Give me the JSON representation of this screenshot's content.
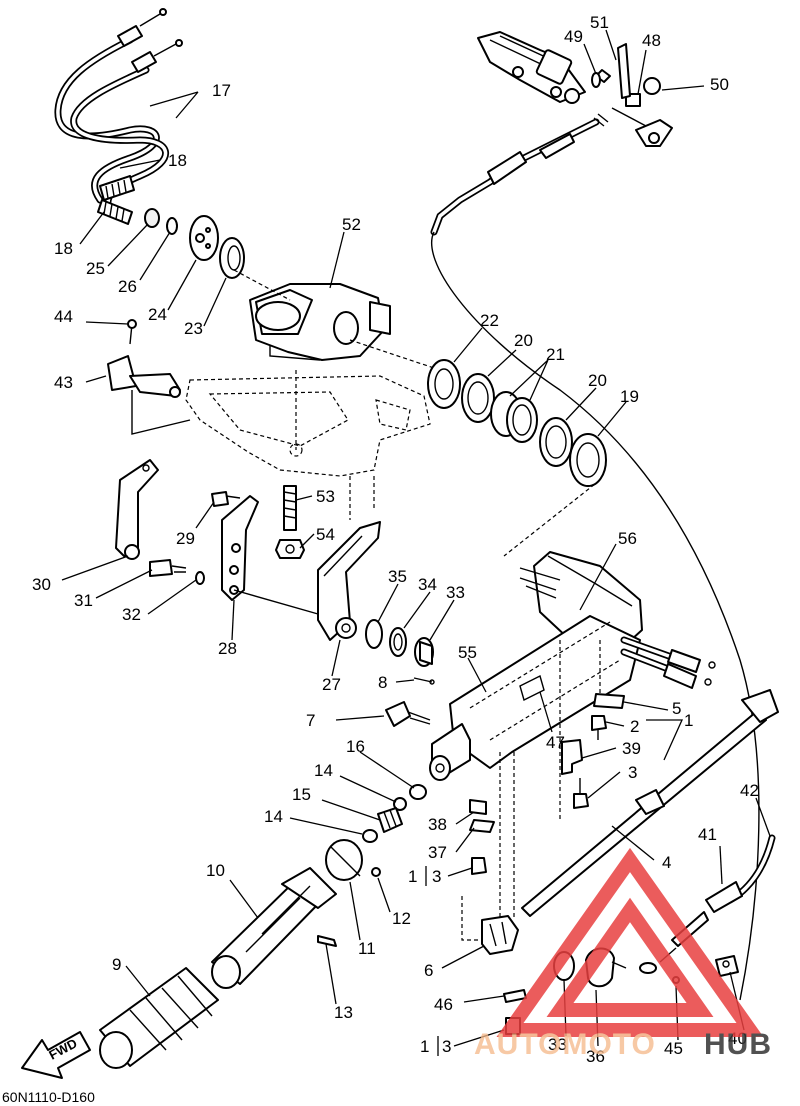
{
  "diagram": {
    "callouts": [
      {
        "id": "c51",
        "text": "51"
      },
      {
        "id": "c49",
        "text": "49"
      },
      {
        "id": "c48",
        "text": "48"
      },
      {
        "id": "c50",
        "text": "50"
      },
      {
        "id": "c17",
        "text": "17"
      },
      {
        "id": "c18a",
        "text": "18"
      },
      {
        "id": "c18b",
        "text": "18"
      },
      {
        "id": "c25",
        "text": "25"
      },
      {
        "id": "c26",
        "text": "26"
      },
      {
        "id": "c24",
        "text": "24"
      },
      {
        "id": "c23",
        "text": "23"
      },
      {
        "id": "c52",
        "text": "52"
      },
      {
        "id": "c44",
        "text": "44"
      },
      {
        "id": "c43",
        "text": "43"
      },
      {
        "id": "c22",
        "text": "22"
      },
      {
        "id": "c20a",
        "text": "20"
      },
      {
        "id": "c21",
        "text": "21"
      },
      {
        "id": "c20b",
        "text": "20"
      },
      {
        "id": "c19",
        "text": "19"
      },
      {
        "id": "c53",
        "text": "53"
      },
      {
        "id": "c29",
        "text": "29"
      },
      {
        "id": "c54",
        "text": "54"
      },
      {
        "id": "c56",
        "text": "56"
      },
      {
        "id": "c30",
        "text": "30"
      },
      {
        "id": "c31",
        "text": "31"
      },
      {
        "id": "c32",
        "text": "32"
      },
      {
        "id": "c35",
        "text": "35"
      },
      {
        "id": "c34",
        "text": "34"
      },
      {
        "id": "c33a",
        "text": "33"
      },
      {
        "id": "c28",
        "text": "28"
      },
      {
        "id": "c55",
        "text": "55"
      },
      {
        "id": "c27",
        "text": "27"
      },
      {
        "id": "c8",
        "text": "8"
      },
      {
        "id": "c5",
        "text": "5"
      },
      {
        "id": "c7",
        "text": "7"
      },
      {
        "id": "c2",
        "text": "2"
      },
      {
        "id": "c1a",
        "text": "1"
      },
      {
        "id": "c47",
        "text": "47"
      },
      {
        "id": "c39",
        "text": "39"
      },
      {
        "id": "c16",
        "text": "16"
      },
      {
        "id": "c14a",
        "text": "14"
      },
      {
        "id": "c3a",
        "text": "3"
      },
      {
        "id": "c42",
        "text": "42"
      },
      {
        "id": "c15",
        "text": "15"
      },
      {
        "id": "c14b",
        "text": "14"
      },
      {
        "id": "c38",
        "text": "38"
      },
      {
        "id": "c41",
        "text": "41"
      },
      {
        "id": "c37",
        "text": "37"
      },
      {
        "id": "c4",
        "text": "4"
      },
      {
        "id": "c10",
        "text": "10"
      },
      {
        "id": "c1b",
        "text": "1"
      },
      {
        "id": "c3b",
        "text": "3"
      },
      {
        "id": "c12",
        "text": "12"
      },
      {
        "id": "c11",
        "text": "11"
      },
      {
        "id": "c9",
        "text": "9"
      },
      {
        "id": "c6",
        "text": "6"
      },
      {
        "id": "c13",
        "text": "13"
      },
      {
        "id": "c46",
        "text": "46"
      },
      {
        "id": "c40",
        "text": "40"
      },
      {
        "id": "c1c",
        "text": "1"
      },
      {
        "id": "c3c",
        "text": "3"
      },
      {
        "id": "c33b",
        "text": "33"
      },
      {
        "id": "c36",
        "text": "36"
      },
      {
        "id": "c45",
        "text": "45"
      }
    ],
    "fwd_label": "FWD",
    "drawing_code": "60N1110-D160"
  },
  "watermark": {
    "text_left": "AUTOMOTO",
    "text_right": "HUB",
    "color_left": "#f5b88a",
    "color_right": "#333333",
    "logo_color": "#e84040"
  }
}
